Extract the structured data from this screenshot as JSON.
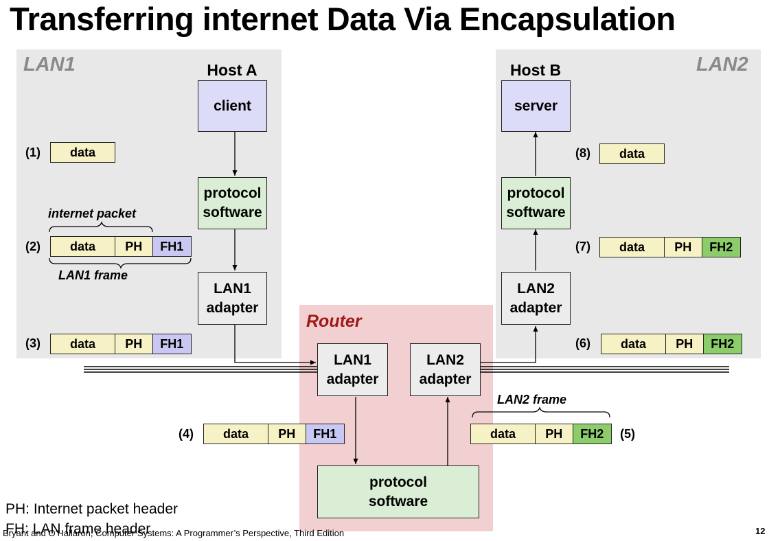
{
  "title": "Transferring internet Data Via Encapsulation",
  "regions": {
    "lan1": "LAN1",
    "lan2": "LAN2",
    "router": "Router"
  },
  "host_a": {
    "label": "Host A",
    "app": "client",
    "protocol": [
      "protocol",
      "software"
    ],
    "adapter": [
      "LAN1",
      "adapter"
    ]
  },
  "host_b": {
    "label": "Host B",
    "app": "server",
    "protocol": [
      "protocol",
      "software"
    ],
    "adapter": [
      "LAN2",
      "adapter"
    ]
  },
  "router": {
    "lan1_adapter": [
      "LAN1",
      "adapter"
    ],
    "lan2_adapter": [
      "LAN2",
      "adapter"
    ],
    "protocol": [
      "protocol",
      "software"
    ]
  },
  "steps": [
    "(1)",
    "(2)",
    "(3)",
    "(4)",
    "(5)",
    "(6)",
    "(7)",
    "(8)"
  ],
  "packet": {
    "data": "data",
    "ph": "PH",
    "fh1": "FH1",
    "fh2": "FH2"
  },
  "brace_labels": {
    "internet_packet": "internet packet",
    "lan1_frame": "LAN1 frame",
    "lan2_frame": "LAN2 frame"
  },
  "legend": {
    "ph": "PH: Internet packet header",
    "fh": "FH: LAN frame header"
  },
  "footer": {
    "citation": "Bryant and O’Hallaron, Computer Systems: A Programmer’s Perspective, Third Edition",
    "page": "12"
  },
  "colors": {
    "lan_bg": "#e8e8e8",
    "router_bg": "#f2cfd0",
    "router_label": "#a01818",
    "host_app": "#dcdcf8",
    "protocol": "#d9eed4",
    "data_cell": "#f7f1c6",
    "fh1_cell": "#c8c8f2",
    "fh2_cell": "#8ccc6a"
  }
}
